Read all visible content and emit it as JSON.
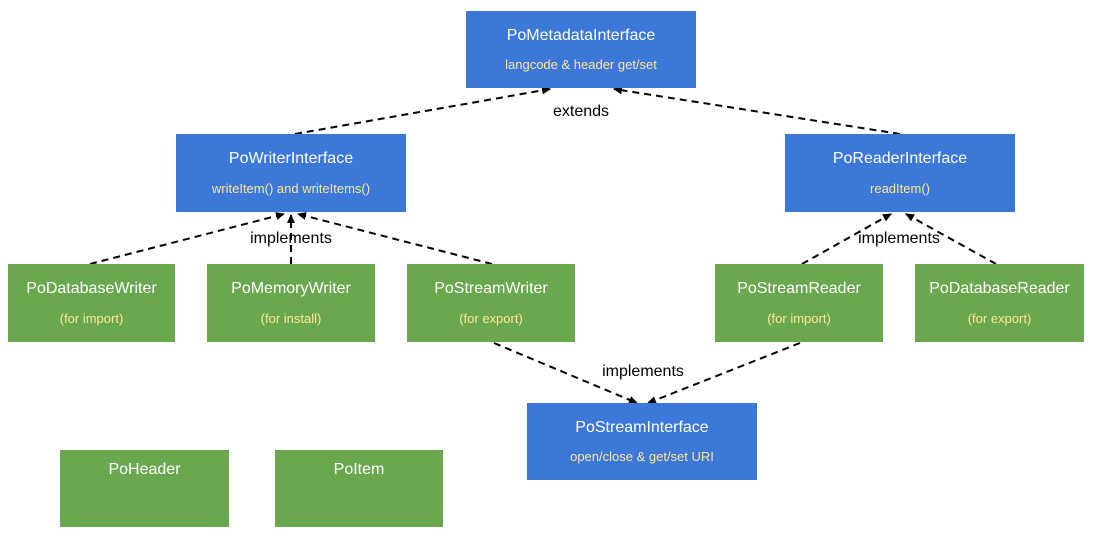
{
  "nodes": {
    "metadata_interface": {
      "title": "PoMetadataInterface",
      "subtitle": "langcode & header get/set"
    },
    "writer_interface": {
      "title": "PoWriterInterface",
      "subtitle": "writeItem() and writeItems()"
    },
    "reader_interface": {
      "title": "PoReaderInterface",
      "subtitle": "readItem()"
    },
    "database_writer": {
      "title": "PoDatabaseWriter",
      "subtitle": "(for import)"
    },
    "memory_writer": {
      "title": "PoMemoryWriter",
      "subtitle": "(for install)"
    },
    "stream_writer": {
      "title": "PoStreamWriter",
      "subtitle": "(for export)"
    },
    "stream_reader": {
      "title": "PoStreamReader",
      "subtitle": "(for import)"
    },
    "database_reader": {
      "title": "PoDatabaseReader",
      "subtitle": "(for export)"
    },
    "stream_interface": {
      "title": "PoStreamInterface",
      "subtitle": "open/close & get/set URI"
    },
    "header": {
      "title": "PoHeader"
    },
    "item": {
      "title": "PoItem"
    }
  },
  "edge_labels": {
    "extends": "extends",
    "writer_implements": "implements",
    "reader_implements": "implements",
    "stream_implements": "implements"
  },
  "colors": {
    "interface": "#3c78d8",
    "implementation": "#6aa84f",
    "title_text": "#ffffff",
    "subtitle_text": "#ffe599",
    "edge": "#000000"
  }
}
